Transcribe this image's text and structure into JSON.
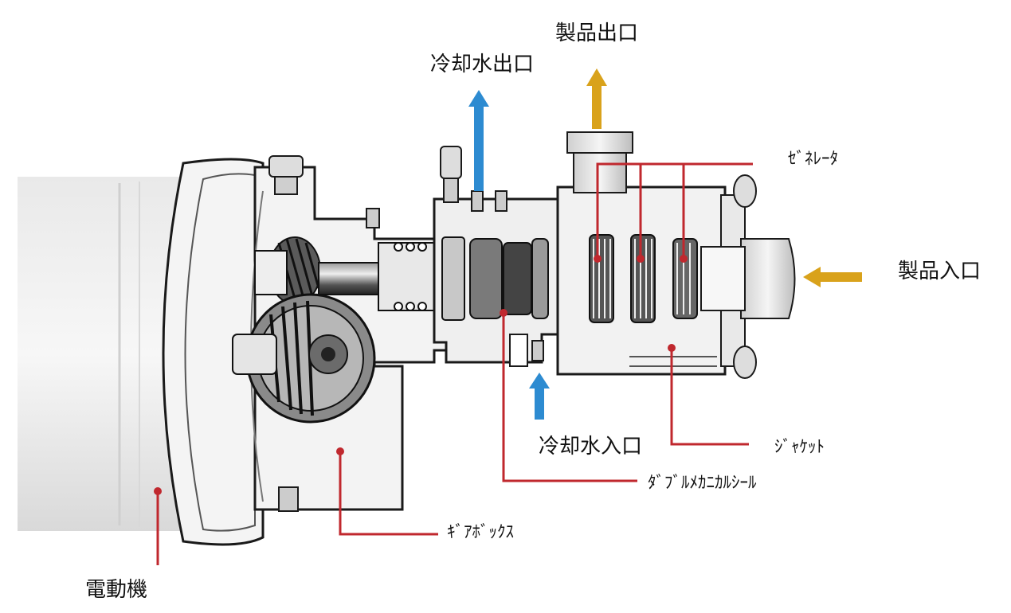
{
  "labels": {
    "product_outlet": "製品出口",
    "coolant_outlet": "冷却水出口",
    "generator": "ｾﾞﾈﾚｰﾀ",
    "product_inlet": "製品入口",
    "coolant_inlet": "冷却水入口",
    "jacket": "ｼﾞｬｹｯﾄ",
    "double_mechanical_seal": "ﾀﾞﾌﾞﾙﾒｶﾆｶﾙｼｰﾙ",
    "gearbox": "ｷﾞｱﾎﾞｯｸｽ",
    "motor": "電動機"
  },
  "colors": {
    "leader_line": "#c0282e",
    "coolant_arrow": "#2d8bd1",
    "product_arrow": "#d9a21b",
    "outline": "#1a1a1a",
    "body_fill": "#f1f1f1"
  }
}
